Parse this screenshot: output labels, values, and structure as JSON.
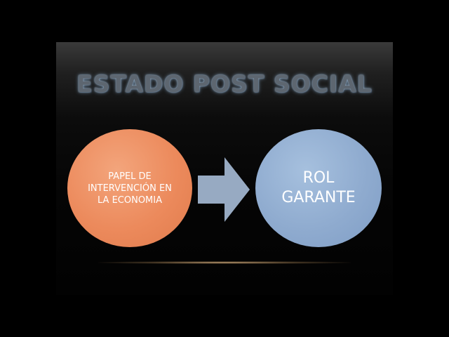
{
  "slide": {
    "title": "ESTADO POST SOCIAL",
    "left_node": {
      "label": "PAPEL DE INTERVENCIÓN EN LA ECONOMIA",
      "color": "#ec8a5c"
    },
    "right_node": {
      "label": "ROL GARANTE",
      "color": "#8fabcf"
    },
    "arrow_color": "#97aac2"
  }
}
